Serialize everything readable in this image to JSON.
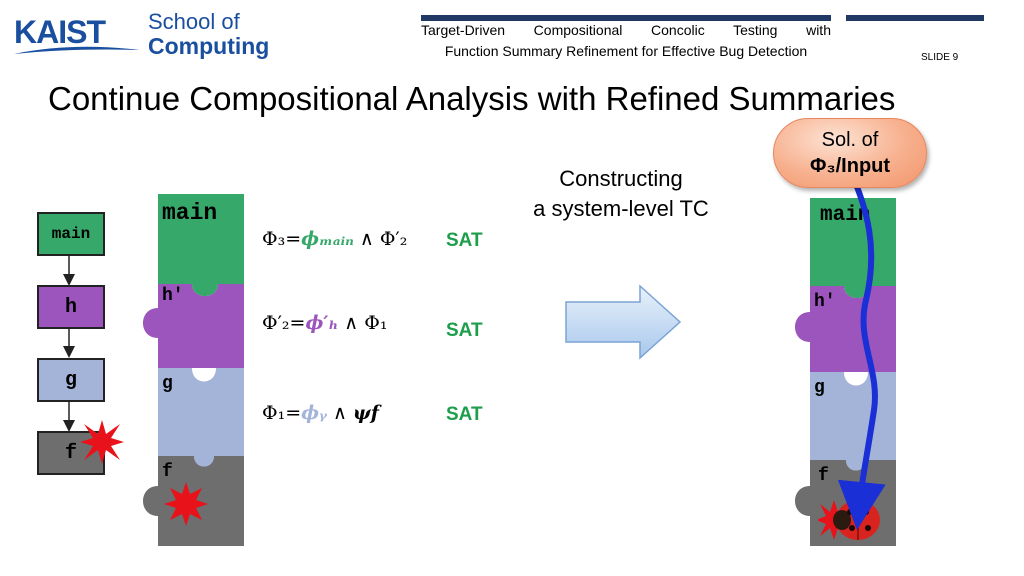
{
  "logo": {
    "brand": "KAIST",
    "school_line1": "School of",
    "school_line2": "Computing"
  },
  "paper": {
    "line1": "Target-Driven Compositional Concolic Testing with",
    "line2": "Function Summary Refinement for Effective Bug Detection"
  },
  "slide_number": "SLIDE 9",
  "title": "Continue Compositional Analysis with Refined Summaries",
  "call_graph": [
    "main",
    "h",
    "g",
    "f"
  ],
  "left_stack": {
    "main": "main",
    "h": "h′",
    "g": "g",
    "f": "f"
  },
  "formulas": [
    {
      "lhs": "Φ₃=",
      "term": "𝝓ₘₐᵢₙ",
      "rest": " ∧ Φ′₂",
      "status": "SAT"
    },
    {
      "lhs": "Φ′₂=",
      "term": "𝝓′ₕ",
      "rest": " ∧ Φ₁",
      "status": "SAT"
    },
    {
      "lhs": "Φ₁=",
      "term": "𝝓ᵧ",
      "rest": " ∧ ",
      "term2": "𝝍𝒇",
      "status": "SAT"
    }
  ],
  "construct": {
    "line1": "Constructing",
    "line2": "a system-level TC"
  },
  "bubble": {
    "line1": "Sol. of",
    "line2": "Φ₃/Input"
  },
  "right_stack": {
    "main": "main",
    "h": "h′",
    "g": "g",
    "f": "f"
  },
  "colors": {
    "green": "#35a86a",
    "purple": "#9c55bd",
    "lightblue": "#a3b4d8",
    "gray": "#6e6e6e",
    "sat": "#1d9e4a",
    "brand": "#1a4fa0"
  }
}
